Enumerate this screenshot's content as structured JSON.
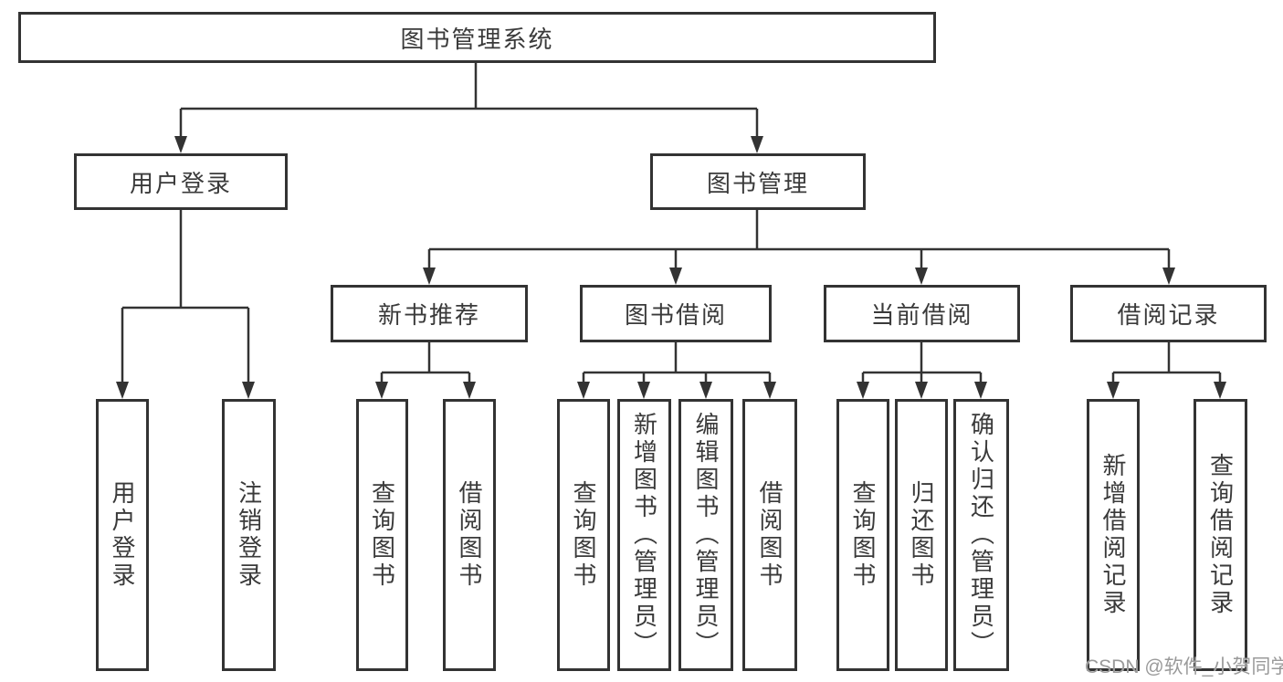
{
  "colors": {
    "line": "#333333",
    "text": "#3a3a3a",
    "background": "#ffffff",
    "watermark_color": "#9a9a9a"
  },
  "watermark": {
    "text": "CSDN @软件_小贺同学"
  },
  "tree": {
    "root": {
      "label": "图书管理系统"
    },
    "children": [
      {
        "label": "用户登录",
        "children": [
          {
            "label": "用户登录"
          },
          {
            "label": "注销登录"
          }
        ]
      },
      {
        "label": "图书管理",
        "children": [
          {
            "label": "新书推荐",
            "children": [
              {
                "label": "查询图书"
              },
              {
                "label": "借阅图书"
              }
            ]
          },
          {
            "label": "图书借阅",
            "children": [
              {
                "label": "查询图书"
              },
              {
                "label": "新增图书（管理员）"
              },
              {
                "label": "编辑图书（管理员）"
              },
              {
                "label": "借阅图书"
              }
            ]
          },
          {
            "label": "当前借阅",
            "children": [
              {
                "label": "查询图书"
              },
              {
                "label": "归还图书"
              },
              {
                "label": "确认归还（管理员）"
              }
            ]
          },
          {
            "label": "借阅记录",
            "children": [
              {
                "label": "新增借阅记录"
              },
              {
                "label": "查询借阅记录"
              }
            ]
          }
        ]
      }
    ]
  }
}
